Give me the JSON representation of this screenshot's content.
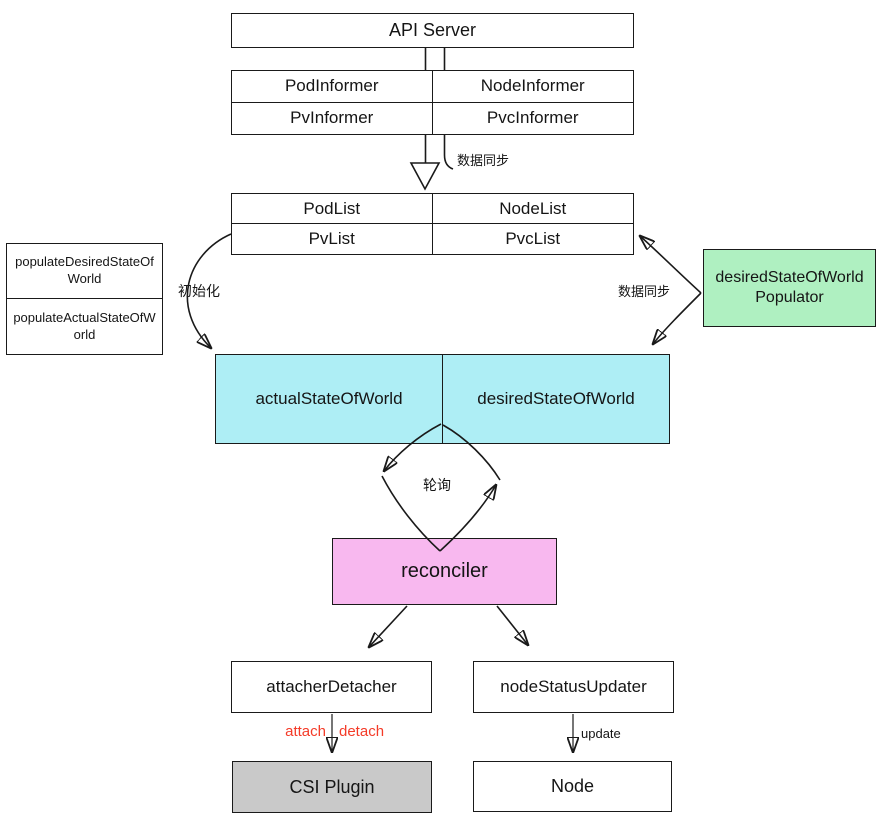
{
  "diagram": {
    "api_server": {
      "label": "API Server"
    },
    "informers": {
      "cells": [
        "PodInformer",
        "NodeInformer",
        "PvInformer",
        "PvcInformer"
      ]
    },
    "lists": {
      "cells": [
        "PodList",
        "NodeList",
        "PvList",
        "PvcList"
      ]
    },
    "populators": {
      "cells": [
        "populateDesiredStateOfWorld",
        "populateActualStateOfWorld"
      ]
    },
    "dsw_populator": {
      "label": "desiredStateOfWorldPopulator"
    },
    "states": {
      "cells": [
        "actualStateOfWorld",
        "desiredStateOfWorld"
      ]
    },
    "reconciler": {
      "label": "reconciler"
    },
    "attacher_detacher": {
      "label": "attacherDetacher"
    },
    "node_status_updater": {
      "label": "nodeStatusUpdater"
    },
    "csi_plugin": {
      "label": "CSI Plugin"
    },
    "node": {
      "label": "Node"
    },
    "edge_labels": {
      "data_sync_top": "数据同步",
      "init": "初始化",
      "data_sync_right": "数据同步",
      "poll": "轮询",
      "attach": "attach",
      "detach": "detach",
      "update": "update"
    },
    "colors": {
      "line": "#1a1a1a",
      "state_fill": "#aeeef5",
      "populator_fill": "#aff0c1",
      "reconciler_fill": "#f8b8ef",
      "csi_fill": "#c9c9c9",
      "attach_detach_text": "#f43b28"
    }
  }
}
